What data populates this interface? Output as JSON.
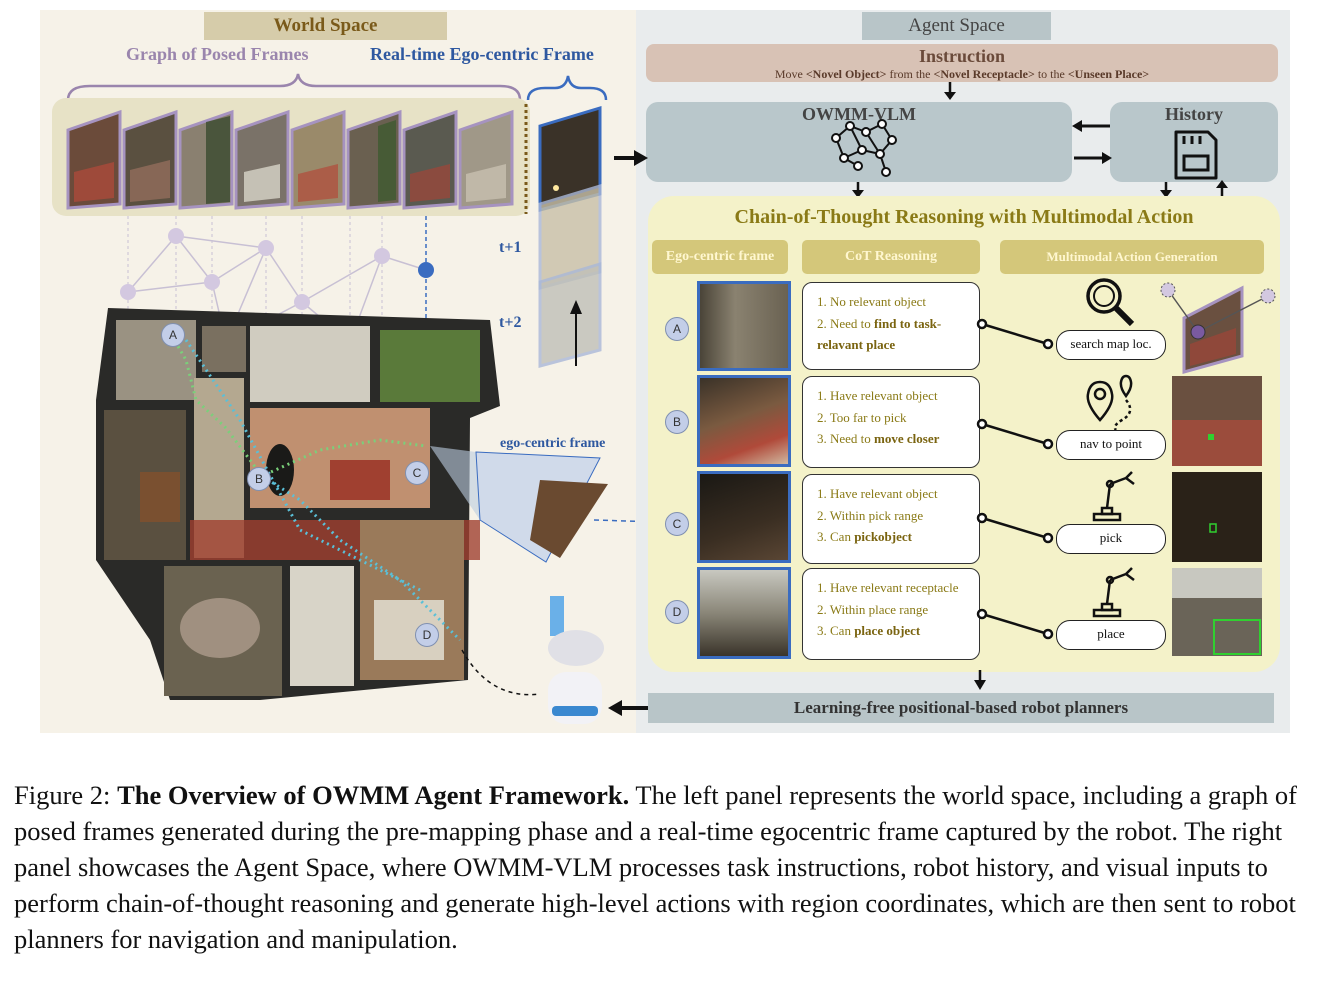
{
  "world": {
    "space_label": "World Space",
    "graph_label": "Graph of Posed Frames",
    "realtime_label": "Real-time Ego-centric Frame",
    "t1": "t+1",
    "t2": "t+2",
    "ego_label": "ego-centric frame",
    "markers": [
      "A",
      "B",
      "C",
      "D"
    ]
  },
  "agent": {
    "space_label": "Agent Space",
    "instruction_title": "Instruction",
    "instruction_text": {
      "p1": "Move ",
      "obj": "<Novel Object>",
      "p2": " from the ",
      "rec": "<Novel Receptacle>",
      "p3": " to the ",
      "place": "<Unseen Place>"
    },
    "vlm_title": "OWMM-VLM",
    "history_title": "History",
    "cot_title": "Chain-of-Thought Reasoning with Multimodal Action",
    "headers": [
      "Ego-centric frame",
      "CoT Reasoning",
      "Multimodal Action Generation"
    ],
    "rows": [
      {
        "marker": "A",
        "lines": [
          "1. No relevant object",
          "2. Need to ",
          "find to task-",
          "relavant place"
        ],
        "action": "search map loc."
      },
      {
        "marker": "B",
        "lines": [
          "1. Have relevant object",
          "2. Too far to pick",
          "3. Need to ",
          "move closer"
        ],
        "action": "nav to point"
      },
      {
        "marker": "C",
        "lines": [
          "1. Have relevant object",
          "2. Within pick range",
          "3. Can ",
          "pickobject"
        ],
        "action": "pick"
      },
      {
        "marker": "D",
        "lines": [
          "1. Have relevant receptacle",
          "2. Within place range",
          "3. Can ",
          "place object"
        ],
        "action": "place"
      }
    ],
    "planner": "Learning-free positional-based robot planners"
  },
  "caption": {
    "prefix": "Figure 2: ",
    "title": "The Overview of OWMM Agent Framework.",
    "body": " The left panel represents the world space, including a graph of posed frames generated during the pre-mapping phase and a real-time egocentric frame captured by the robot. The right panel showcases the Agent Space, where OWMM-VLM processes task instructions, robot history, and visual inputs to perform chain-of-thought reasoning and generate high-level actions with region coordinates, which are then sent to robot planners for navigation and manipulation."
  },
  "colors": {
    "world_bg": "#f6f2e8",
    "agent_bg": "#e9eced",
    "cot_bg": "#f4f2c9",
    "accent_blue": "#3a6cc0",
    "gold": "#8a7a16"
  }
}
